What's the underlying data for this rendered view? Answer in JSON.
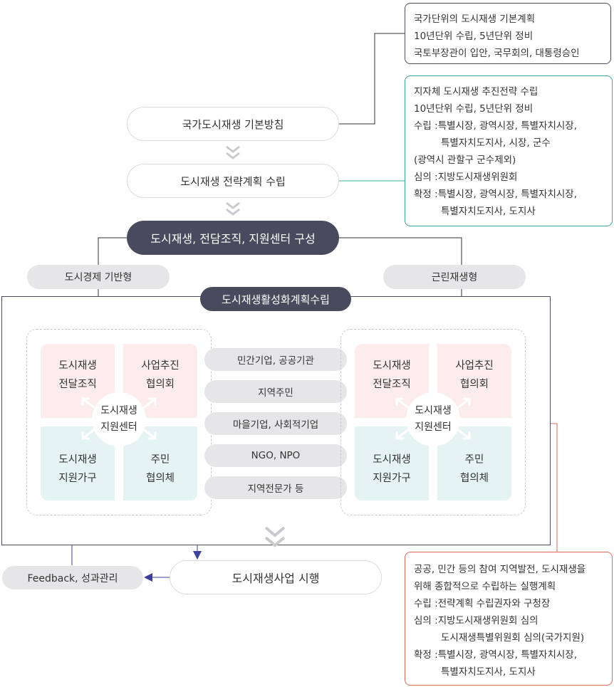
{
  "flow": {
    "basic_policy": "국가도시재생 기본방침",
    "strategic_plan": "도시재생 전략계획 수립",
    "organization": "도시재생, 전담조직, 지원센터 구성",
    "type_left": "도시경제 기반형",
    "type_right": "근린재생형",
    "activation_plan": "도시재생활성화계획수립",
    "execution": "도시재생사업 시행",
    "feedback": "Feedback, 성과관리"
  },
  "note_basic": {
    "line1": "국가단위의 도시재생 기본계획",
    "line2": "10년단위 수립, 5년단위 정비",
    "line3": "국토부장관이 입안, 국무회의, 대통령승인",
    "border_color": "#4a4e5e"
  },
  "note_strategic": {
    "line1": "지자체 도시재생 추진전략 수립",
    "line2": "10년단위 수립, 5년단위 정비",
    "establish_label": "수립 : ",
    "establish_value": "특별시장, 광역시장, 특별자치시장,",
    "establish_value2": "특별자치도지사, 시장, 군수",
    "exclusion": "(광역시 관할구 군수제외)",
    "review_label": "심의 : ",
    "review_value": "지방도시재생위원회",
    "confirm_label": "확정 : ",
    "confirm_value": "특별시장, 광역시장, 특별자치시장,",
    "confirm_value2": "특별자치도지사, 도지사",
    "border_color": "#3aa9a0"
  },
  "note_activation": {
    "line1": "공공, 민간 등의 참여 지역발전, 도시재생을",
    "line2": "위해 종합적으로 수립하는 실행계획",
    "establish_label": "수립 : ",
    "establish_value": "전략계획 수립권자와 구청장",
    "review_label": "심의 : ",
    "review_value": "지방도시재생위원회 심의",
    "review_value2": "도시재생특별위원회 심의(국가지원)",
    "confirm_label": "확정 : ",
    "confirm_value": "특별시장, 광역시장, 특별자치시장,",
    "confirm_value2": "특별자치도지사, 도지사",
    "border_color": "#e26a5c"
  },
  "cluster": {
    "top_left": "도시재생\n전달조직",
    "top_right": "사업추진\n협의회",
    "bottom_left": "도시재생\n지원가구",
    "bottom_right": "주민\n협의체",
    "center": "도시재생\n지원센터"
  },
  "participants": [
    "민간기업, 공공기관",
    "지역주민",
    "마을기업, 사회적기업",
    "NGO, NPO",
    "지역전문가 등"
  ],
  "icons": {
    "chevron": "double-chevron-down-icon",
    "arrow_out": "diagonal-double-arrow-icon"
  },
  "colors": {
    "dark": "#474b5d",
    "gray_pill": "#e6e6e8",
    "pink": "#fcecec",
    "teal": "#e6f3f3",
    "arrow_blue": "#3d3f9e",
    "chevron": "#c9c9cf"
  }
}
